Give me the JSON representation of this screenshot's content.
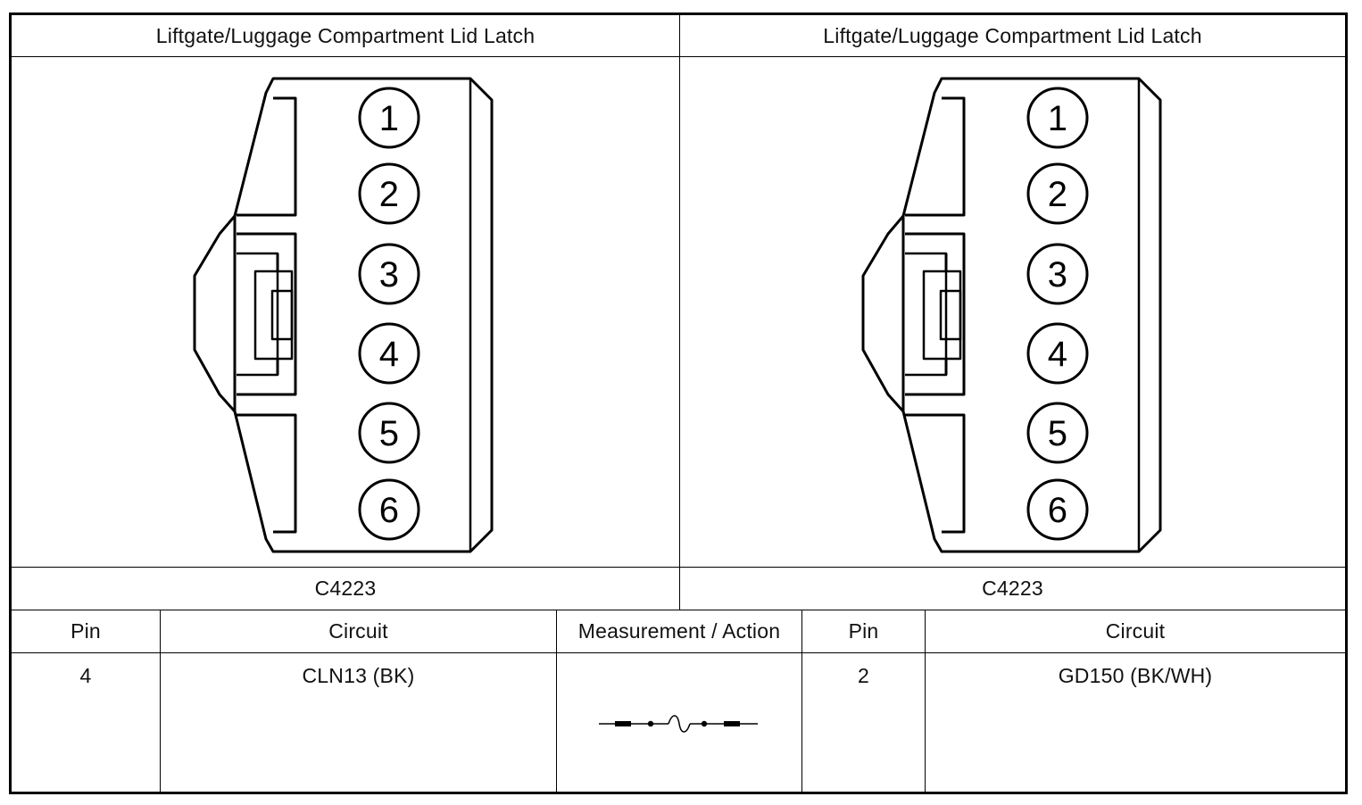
{
  "connectors": [
    {
      "title": "Liftgate/Luggage Compartment Lid Latch",
      "id": "C4223",
      "pins": [
        "1",
        "2",
        "3",
        "4",
        "5",
        "6"
      ]
    },
    {
      "title": "Liftgate/Luggage Compartment Lid Latch",
      "id": "C4223",
      "pins": [
        "1",
        "2",
        "3",
        "4",
        "5",
        "6"
      ]
    }
  ],
  "table": {
    "headers": {
      "pin_a": "Pin",
      "circuit_a": "Circuit",
      "measurement": "Measurement / Action",
      "pin_b": "Pin",
      "circuit_b": "Circuit"
    },
    "row": {
      "pin_a": "4",
      "circuit_a": "CLN13 (BK)",
      "measurement_icon": "resistance-symbol-icon",
      "pin_b": "2",
      "circuit_b": "GD150 (BK/WH)"
    }
  }
}
